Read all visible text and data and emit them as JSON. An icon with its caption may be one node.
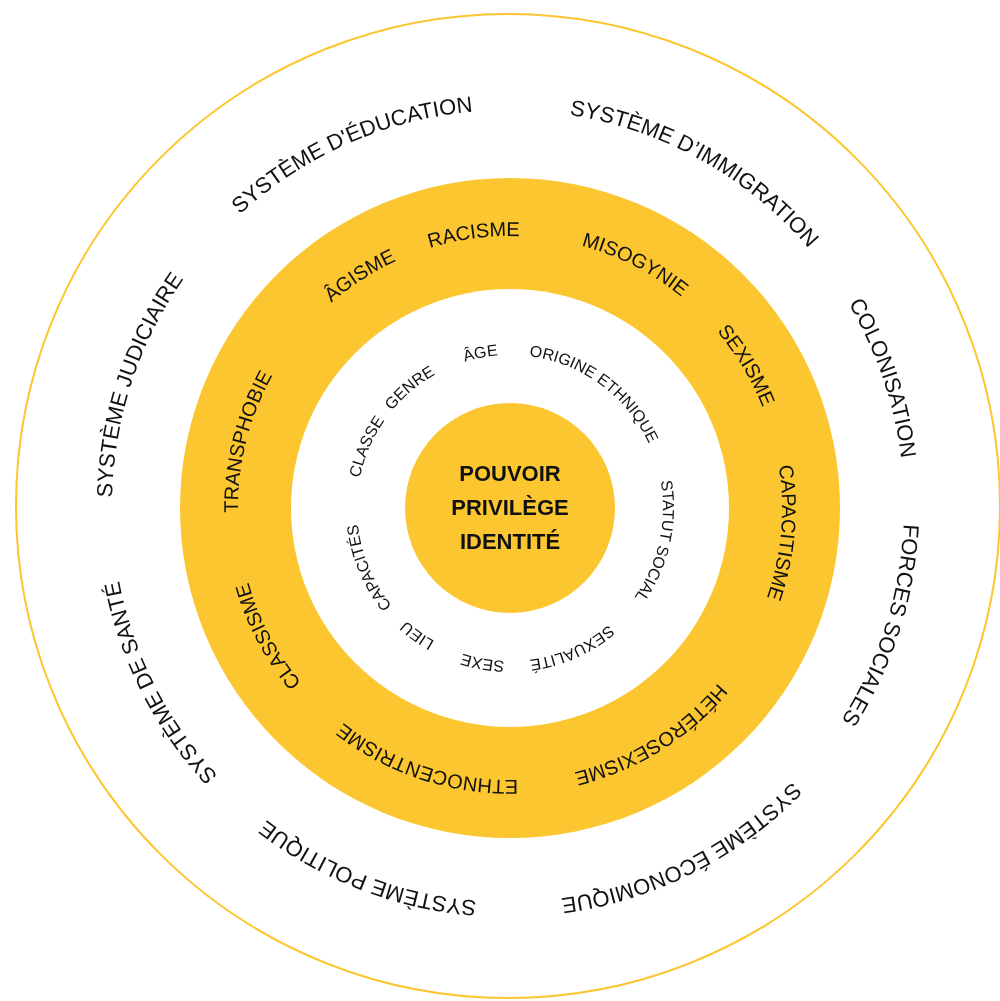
{
  "diagram": {
    "nodes": [
      {
        "text": [
          "SYSTÈME D'ÉDUCATION",
          "SYSTÈME D’IMMIGRATION",
          "COLONISATION",
          "FORCES SOCIALES",
          "SYSTÈME ÉCONOMIQUE",
          "SYSTÈME POLITIQUE",
          "SYSTÈME DE SANTÉ",
          "SYSTÈME JUDICIAIRE"
        ]
      },
      {
        "text": [
          "ÂGISME",
          "RACISME",
          "MISOGYNIE",
          "SEXISME",
          "CAPACITISME",
          "HÉTÉROSEXISME",
          "ETHNOCENTRISME",
          "CLASSISME",
          "TRANSPHOBIE"
        ],
        "in": 0
      },
      {
        "text": [
          "CLASSE",
          "GENRE",
          "ÂGE",
          "ORIGINE ETHNIQUE",
          "STATUT SOCIAL",
          "SEXUALITÉ",
          "SEXE",
          "LIEU",
          "CAPACITÉS"
        ],
        "in": 1
      },
      {
        "text": [
          "POUVOIR PRIVILÈGE IDENTITÉ"
        ],
        "in": 2
      }
    ]
  }
}
